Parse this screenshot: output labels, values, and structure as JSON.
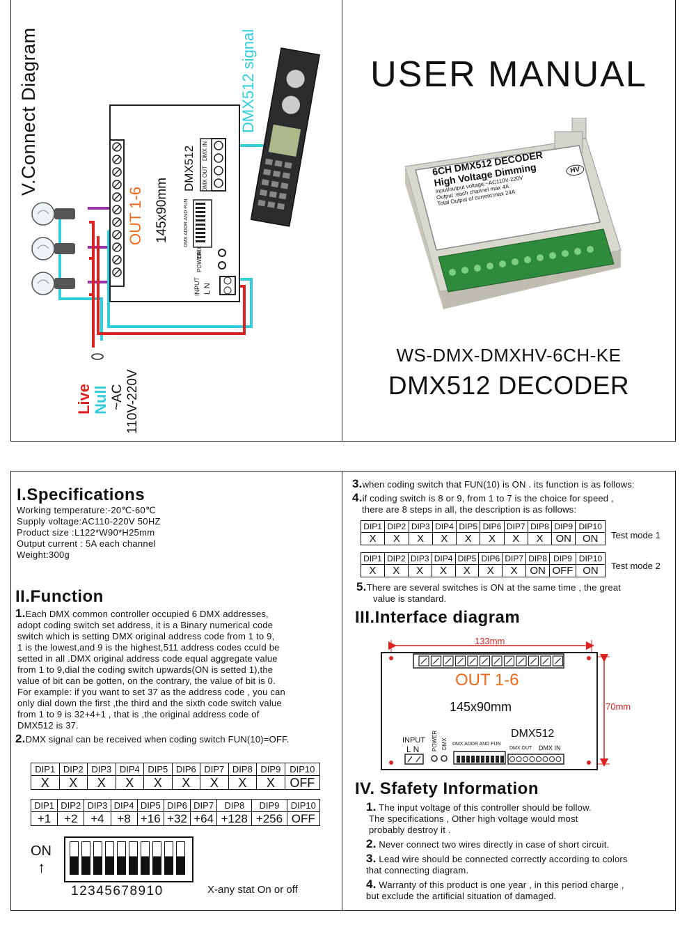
{
  "top_left": {
    "title": "V.Connect Diagram",
    "signal_label": "DMX512 signal",
    "dmx512_label": "DMX512",
    "dmx_out": "DMX OUT",
    "dmx_in": "DMX IN",
    "size_label": "145x90mm",
    "out_label": "OUT 1-6",
    "dmx_addr_fun": "DMX ADDR AND FUN",
    "dmx_led": "DMX",
    "power_led": "POWER",
    "input_label": "INPUT",
    "ln_label": "L N",
    "live": "Live",
    "null": "Null",
    "ac": "~AC",
    "voltage": "110V-220V"
  },
  "top_right": {
    "title": "USER MANUAL",
    "model": "WS-DMX-DMXHV-6CH-KE",
    "product": "DMX512 DECODER",
    "photo": {
      "line1": "6CH DMX512 DECODER",
      "line2": "High Voltage Dimming",
      "line3": "Input/output voltage:~AC110V-220V",
      "line4": "Output :each channel max 4A",
      "line5": "Total Output of current:max 24A",
      "badge": "HV"
    }
  },
  "spec": {
    "heading": "I.Specifications",
    "lines": [
      "Working temperature:-20℃-60℃",
      "Supply voltage:AC110-220V  50HZ",
      "Product size :L122*W90*H25mm",
      "Output current : 5A each channel",
      "Weight:300g"
    ]
  },
  "function": {
    "heading": "II.Function",
    "item1_num": "1.",
    "item1_lines": [
      "Each DMX common controller occupied 6 DMX addresses,",
      "adopt coding switch set address, it is a Binary numerical code",
      "switch which is setting DMX original address code from 1 to 9,",
      "1 is the lowest,and 9 is the highest,511 address codes  ccuId be",
      "setted  in all .DMX original address code equal aggregate value",
      "from 1 to 9,dial the coding switch upwards(ON is setted 1),the",
      "value of bit can be  gotten, on the contrary, the value of bit is 0.",
      "For example: if you want to set 37 as the address code , you can",
      "only dial down the first ,the third and the  sixth code switch value",
      "from 1 to 9 is 32+4+1 , that is ,the original address  code of",
      "DMX512 is 37."
    ],
    "item2_num": "2.",
    "item2_text": "DMX signal can be received when coding switch FUN(10)=OFF."
  },
  "dip_headers": [
    "DIP1",
    "DIP2",
    "DIP3",
    "DIP4",
    "DIP5",
    "DIP6",
    "DIP7",
    "DIP8",
    "DIP9",
    "DIP10"
  ],
  "table_a": [
    "X",
    "X",
    "X",
    "X",
    "X",
    "X",
    "X",
    "X",
    "X",
    "OFF"
  ],
  "table_b": [
    "+1",
    "+2",
    "+4",
    "+8",
    "+16",
    "+32",
    "+64",
    "+128",
    "+256",
    "OFF"
  ],
  "switch": {
    "on_label": "ON",
    "arrow": "↑",
    "numbers": "12345678910",
    "note": "X-any stat On or off"
  },
  "right_col": {
    "item3_num": "3.",
    "item3_text": "when coding switch that FUN(10) is ON . its function is as follows:",
    "item4_num": "4.",
    "item4_text": "if coding switch is 8 or 9,  from 1 to 7 is the choice for speed ,",
    "item4_text2": "there are 8 steps in all, the description is as follows:",
    "test1_values": [
      "X",
      "X",
      "X",
      "X",
      "X",
      "X",
      "X",
      "X",
      "ON",
      "ON"
    ],
    "test1_label": "Test mode 1",
    "test2_values": [
      "X",
      "X",
      "X",
      "X",
      "X",
      "X",
      "X",
      "ON",
      "OFF",
      "ON"
    ],
    "test2_label": "Test mode 2",
    "item5_num": "5.",
    "item5_text": "There are several switches is ON at the same time , the great",
    "item5_text2": "value is standard."
  },
  "interface": {
    "heading": "III.Interface diagram",
    "width_label": "133mm",
    "height_label": "70mm",
    "out_label": "OUT 1-6",
    "size_label": "145x90mm",
    "dmx512": "DMX512",
    "input": "INPUT",
    "ln": "L  N",
    "power": "POWER",
    "dmx": "DMX",
    "dmx_addr": "DMX ADDR AND FUN",
    "dmx_out": "DMX OUT",
    "dmx_in": "DMX IN"
  },
  "safety": {
    "heading": "IV. Sfafety Information",
    "items": [
      {
        "num": "1.",
        "lines": [
          "The input voltage of this controller should be follow.",
          "The specifications , Other high voltage would most",
          "probably destroy it ."
        ]
      },
      {
        "num": "2.",
        "lines": [
          "Never connect two wires directly in case of short circuit."
        ]
      },
      {
        "num": "3.",
        "lines": [
          "Lead wire should be connected correctly according to colors",
          "that connecting diagram."
        ]
      },
      {
        "num": "4.",
        "lines": [
          "Warranty of this product is one year , in this period charge ,",
          "but exclude the artificial situation of damaged."
        ]
      }
    ]
  },
  "colors": {
    "cyan": "#33ccdd",
    "red": "#dd2222",
    "purple": "#9933aa",
    "orange": "#ee6a1a"
  }
}
